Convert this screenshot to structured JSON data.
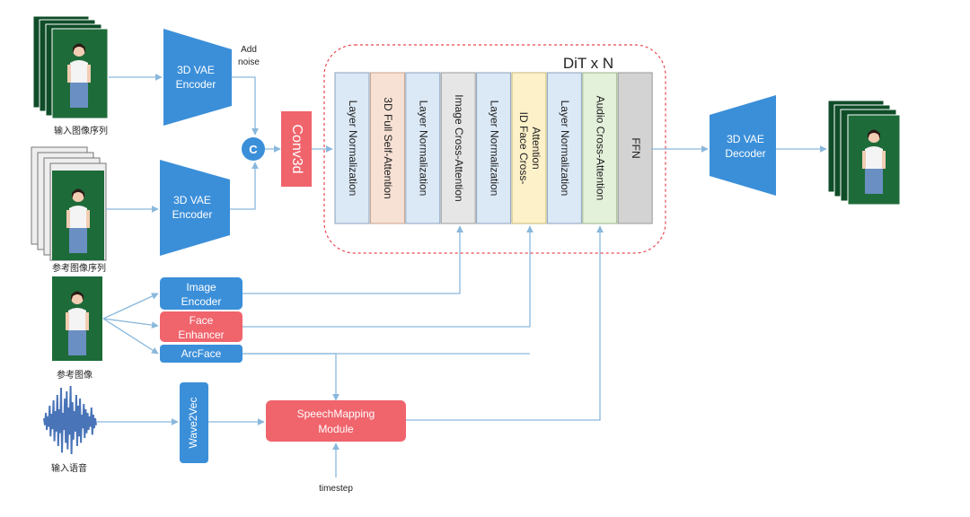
{
  "diagram": {
    "input_frames_caption": "输入图像序列",
    "reference_frames_caption": "参考图像序列",
    "reference_image_caption": "参考图像",
    "audio_caption": "输入语音",
    "encoder_top": [
      "3D VAE",
      "Encoder"
    ],
    "encoder_bottom": [
      "3D VAE",
      "Encoder"
    ],
    "add_noise": [
      "Add",
      "noise"
    ],
    "concat_symbol": "C",
    "conv3d": "Conv3d",
    "dit_label": "DiT x N",
    "dit_layers": [
      {
        "lines": [
          "Layer Normalization"
        ],
        "fill": "#dbe8f5",
        "stroke": "#8aa3bd"
      },
      {
        "lines": [
          "3D Full  Self-Attention"
        ],
        "fill": "#f7e1d5",
        "stroke": "#c8a28a"
      },
      {
        "lines": [
          "Layer Normalization"
        ],
        "fill": "#dbe8f5",
        "stroke": "#8aa3bd"
      },
      {
        "lines": [
          "Image Cross-Attention"
        ],
        "fill": "#e6e6e6",
        "stroke": "#999999"
      },
      {
        "lines": [
          "Layer Normalization"
        ],
        "fill": "#dbe8f5",
        "stroke": "#8aa3bd"
      },
      {
        "lines": [
          "ID Face Cross-",
          "Attention"
        ],
        "fill": "#fdf1c9",
        "stroke": "#c9b67a"
      },
      {
        "lines": [
          "Layer Normalization"
        ],
        "fill": "#dbe8f5",
        "stroke": "#8aa3bd"
      },
      {
        "lines": [
          "Audio Cross-Attention"
        ],
        "fill": "#e3f0da",
        "stroke": "#99b487"
      },
      {
        "lines": [
          "FFN"
        ],
        "fill": "#d3d3d3",
        "stroke": "#999999"
      }
    ],
    "decoder": [
      "3D VAE",
      "Decoder"
    ],
    "image_encoder": [
      "Image",
      "Encoder"
    ],
    "face_enhancer": [
      "Face",
      "Enhancer"
    ],
    "arcface": "ArcFace",
    "wave2vec": "Wave2Vec",
    "speech_module": [
      "SpeechMapping",
      "Module"
    ],
    "timestep": "timestep",
    "colors": {
      "blue": "#3b8fd9",
      "red": "#f0646c",
      "arrow": "#8ab8dc",
      "dashed_border": "#e8474f",
      "green_screen": "#1e6b3a"
    }
  }
}
